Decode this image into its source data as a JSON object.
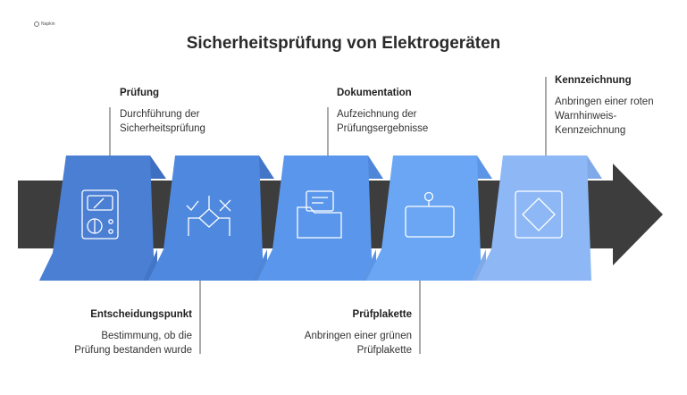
{
  "logo_text": "Napkin",
  "title": "Sicherheitsprüfung von Elektrogeräten",
  "steps": [
    {
      "heading": "Prüfung",
      "line1": "Durchführung der",
      "line2": "Sicherheitsprüfung",
      "color": "#4a7fd4",
      "icon": "test-meter-icon"
    },
    {
      "heading": "Entscheidungspunkt",
      "line1": "Bestimmung, ob die",
      "line2": "Prüfung bestanden wurde",
      "color": "#4f89df",
      "icon": "decision-check-cross-icon"
    },
    {
      "heading": "Dokumentation",
      "line1": "Aufzeichnung der",
      "line2": "Prüfungsergebnisse",
      "color": "#5a97ec",
      "icon": "folder-document-icon"
    },
    {
      "heading": "Prüfplakette",
      "line1": "Anbringen einer grünen",
      "line2": "Prüfplakette",
      "color": "#6aa6f4",
      "icon": "sticker-tag-icon"
    },
    {
      "heading": "Kennzeichnung",
      "line1": "Anbringen einer roten",
      "line2": "Warnhinweis-",
      "line3": "Kennzeichnung",
      "color": "#8db8f5",
      "icon": "warning-diamond-icon"
    }
  ],
  "colors": {
    "arrow": "#3d3d3d",
    "connector": "#555555"
  }
}
